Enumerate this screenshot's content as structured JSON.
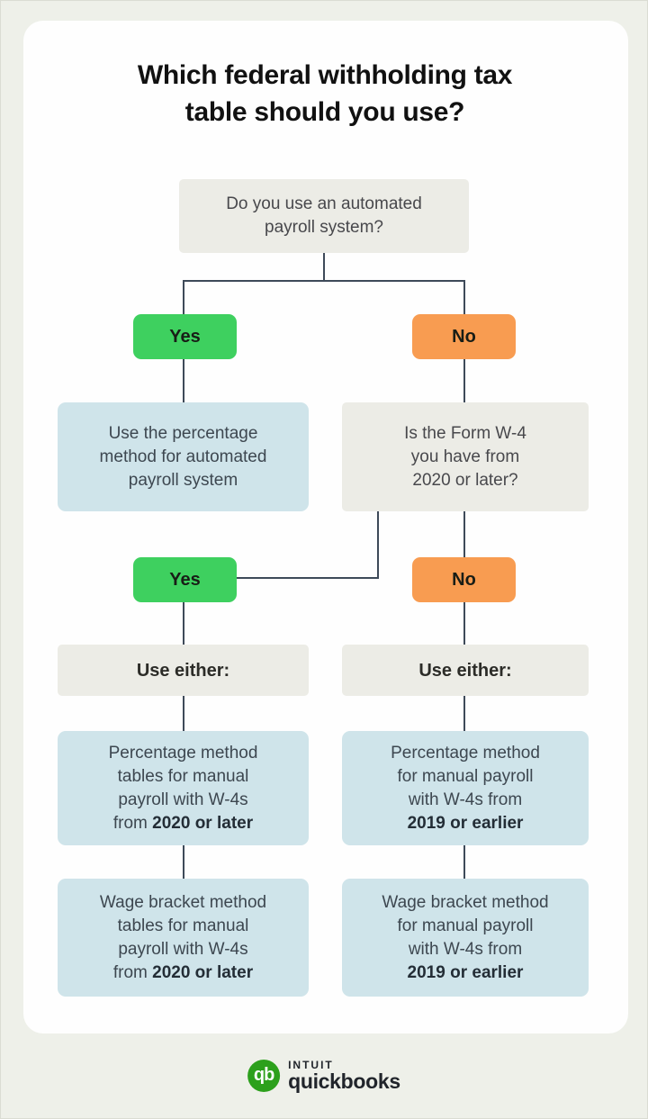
{
  "page": {
    "title": "Which federal withholding tax\ntable should you use?"
  },
  "flowchart": {
    "q1": {
      "text": "Do you use an automated\npayroll system?"
    },
    "yes1": {
      "label": "Yes"
    },
    "no1": {
      "label": "No"
    },
    "result_automated": {
      "text": "Use the percentage\nmethod for automated\npayroll system"
    },
    "q2": {
      "text": "Is the Form W-4\nyou have from\n2020 or later?"
    },
    "yes2": {
      "label": "Yes"
    },
    "no2": {
      "label": "No"
    },
    "use_either_left": {
      "text": "Use either:"
    },
    "use_either_right": {
      "text": "Use either:"
    },
    "left_result_1": {
      "text": "Percentage method\ntables for manual\npayroll with W-4s\nfrom",
      "bold": " 2020 or later"
    },
    "left_result_2": {
      "text": "Wage bracket method\ntables for manual\npayroll with W-4s\nfrom",
      "bold": " 2020 or later"
    },
    "right_result_1": {
      "text": "Percentage method\nfor manual payroll\nwith W-4s from",
      "bold": "\n2019 or earlier"
    },
    "right_result_2": {
      "text": "Wage bracket method\nfor manual payroll\nwith W-4s from",
      "bold": "\n2019 or earlier"
    }
  },
  "footer": {
    "logo_monogram": "qb",
    "brand_top": "INTUIT",
    "brand_bottom": "quickbooks"
  },
  "colors": {
    "background": "#eef0e9",
    "card": "#fefefe",
    "yes_green": "#3ed05f",
    "no_orange": "#f89c51",
    "info_blue": "#cfe4ea",
    "question_gray": "#ecece6",
    "connector": "#3e4a59",
    "brand_green": "#2ca01c"
  }
}
